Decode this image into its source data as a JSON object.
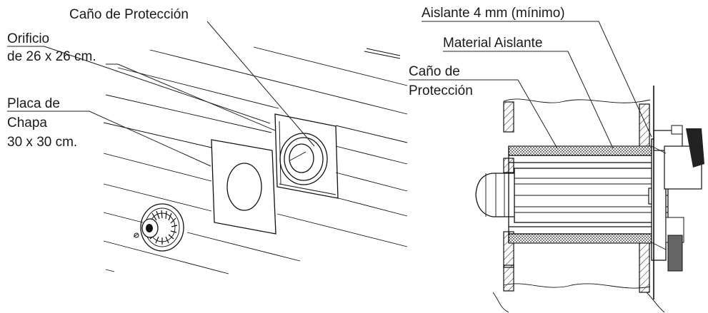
{
  "left_view": {
    "labels": {
      "protection_pipe": "Caño de Protección",
      "hole_line1": "Orificio",
      "hole_line2": "de 26 x 26 cm.",
      "plate_line1": "Placa de",
      "plate_line2": "Chapa",
      "plate_line3": "30 x 30 cm."
    }
  },
  "right_view": {
    "labels": {
      "insulation_min": "Aislante 4 mm (mínimo)",
      "insulating_material": "Material Aislante",
      "pipe_line1": "Caño de",
      "pipe_line2": "Protección"
    }
  }
}
